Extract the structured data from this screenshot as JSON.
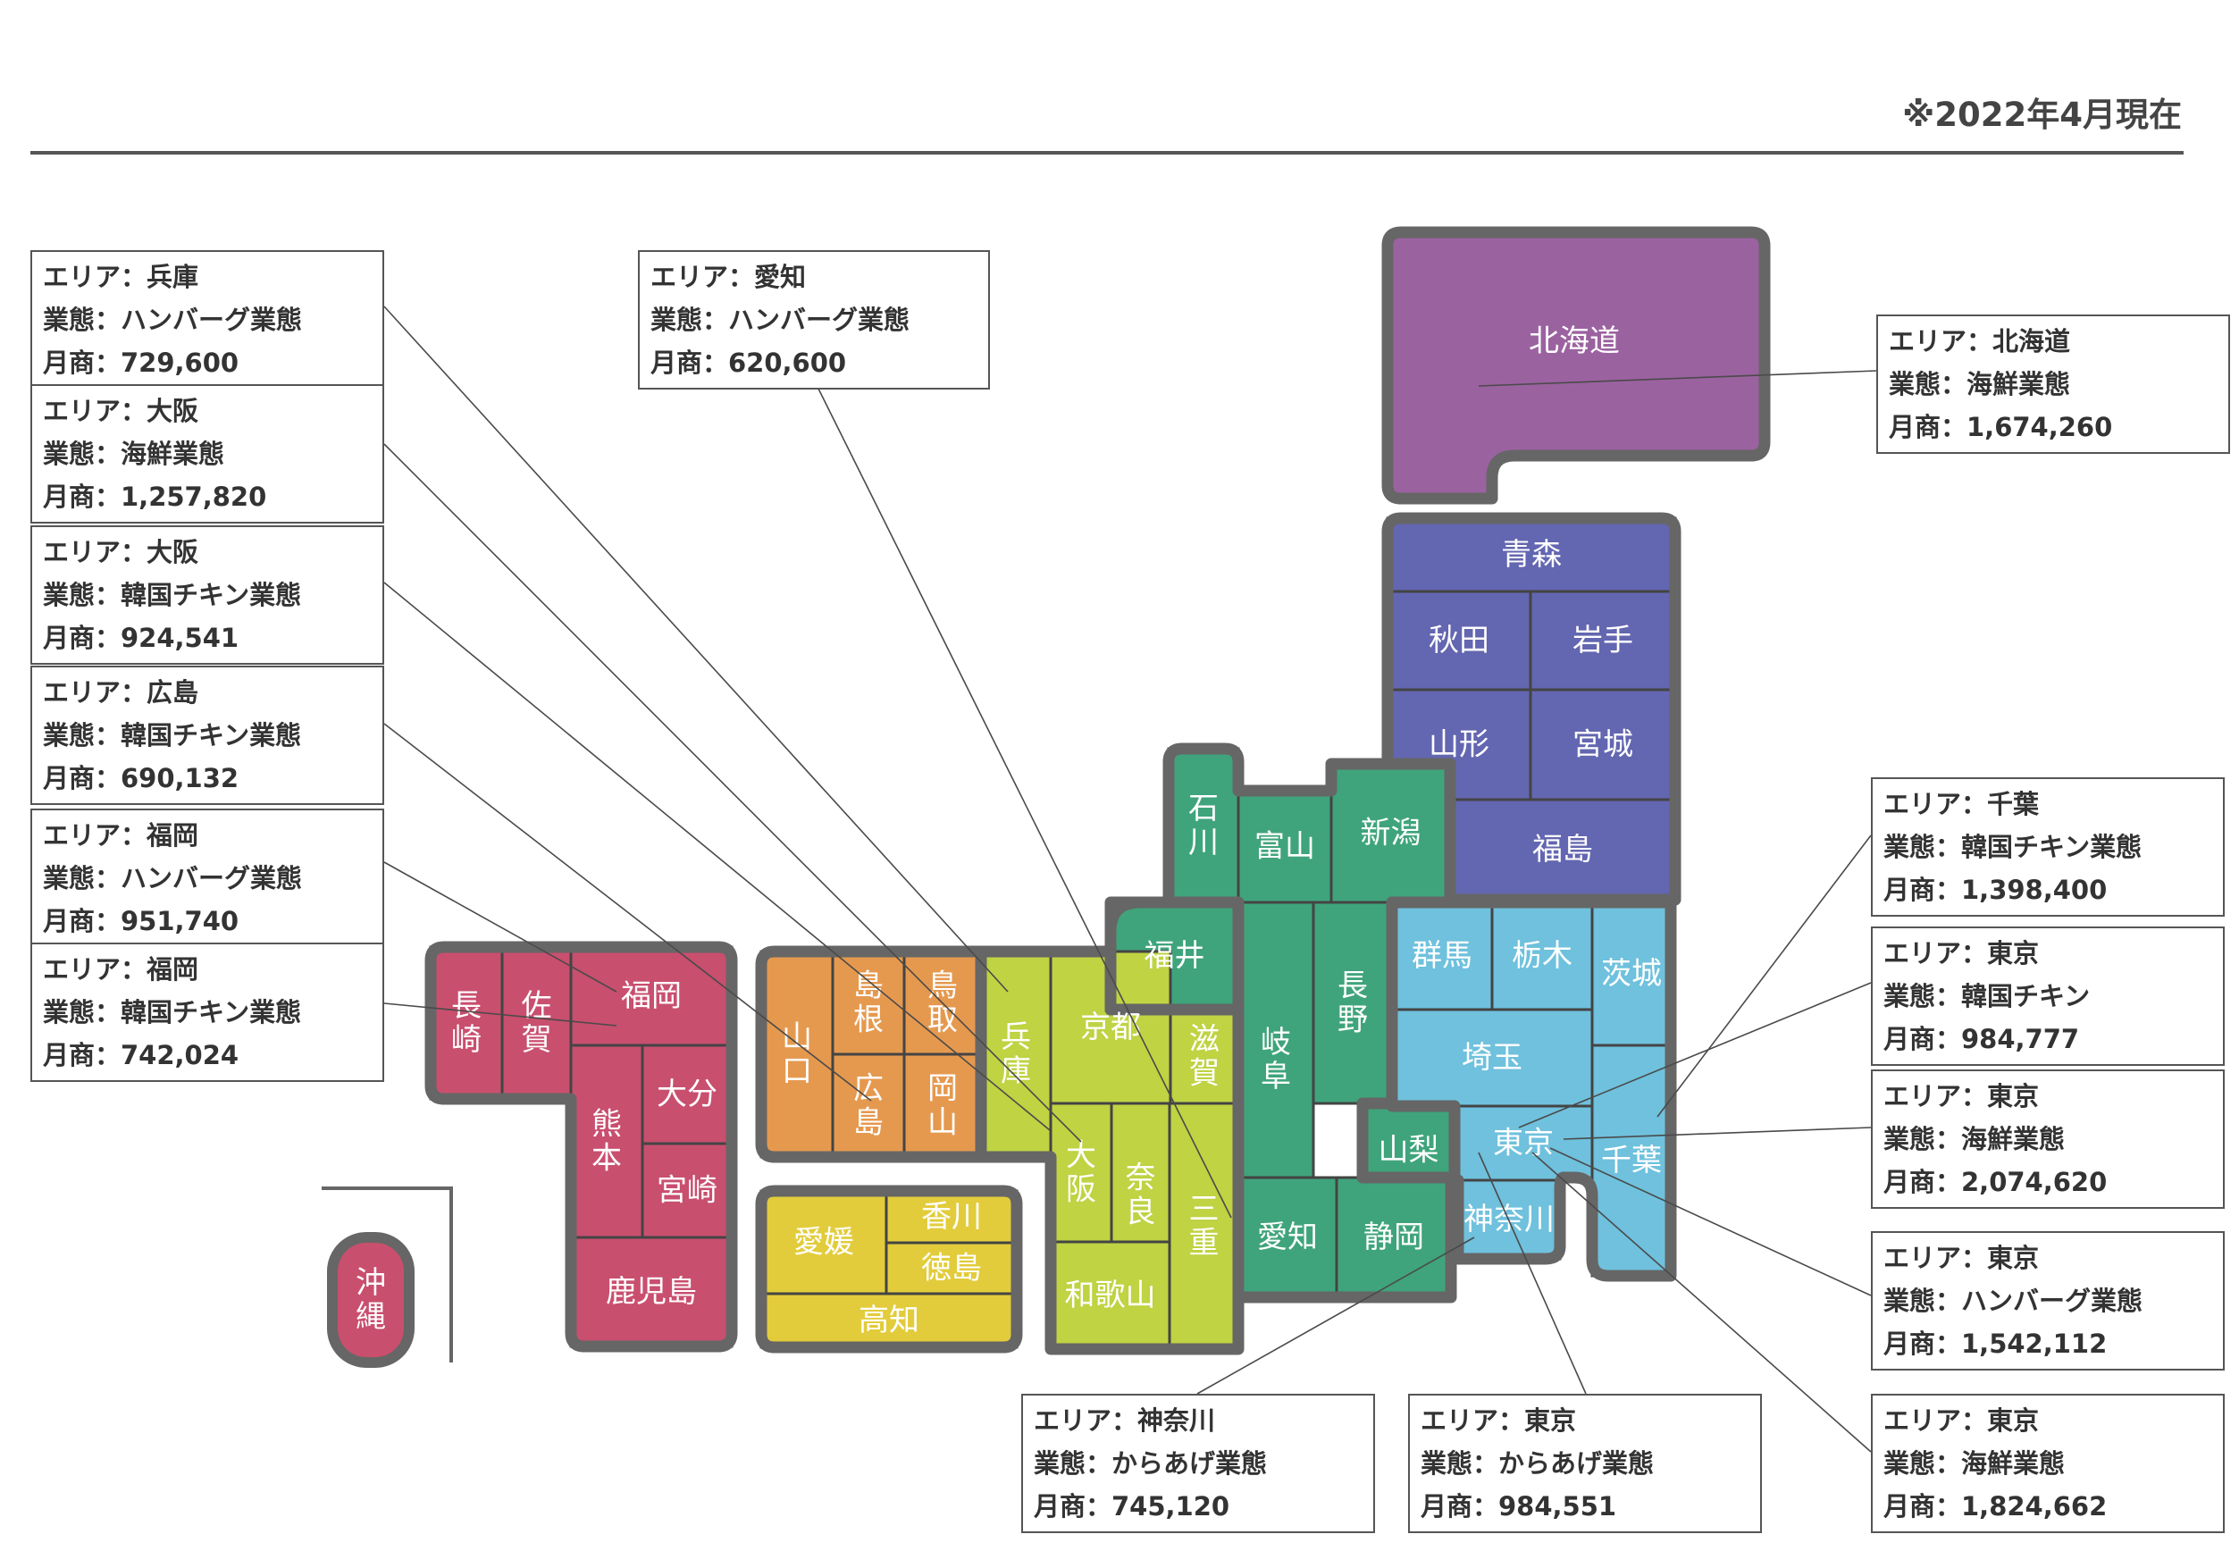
{
  "header": {
    "note": "※2022年4月現在"
  },
  "region_colors": {
    "hokkaido": "#9b62a0",
    "tohoku": "#6366b0",
    "chubu": "#3fa47c",
    "kanto": "#6fc1dd",
    "kinki": "#bfd343",
    "chugoku": "#e5994f",
    "shikoku": "#e2cc3b",
    "kyushu": "#c94f6f"
  },
  "prefectures": {
    "hokkaido": "北海道",
    "aomori": "青森",
    "akita": "秋田",
    "iwate": "岩手",
    "yamagata": "山形",
    "miyagi": "宮城",
    "fukushima": "福島",
    "ishikawa": "石川",
    "toyama": "富山",
    "niigata": "新潟",
    "fukui": "福井",
    "gifu": "岐阜",
    "nagano": "長野",
    "yamanashi": "山梨",
    "aichi": "愛知",
    "shizuoka": "静岡",
    "gunma": "群馬",
    "tochigi": "栃木",
    "ibaraki": "茨城",
    "saitama": "埼玉",
    "tokyo": "東京",
    "chiba": "千葉",
    "kanagawa": "神奈川",
    "hyogo": "兵庫",
    "kyoto": "京都",
    "shiga": "滋賀",
    "osaka": "大阪",
    "nara": "奈良",
    "mie": "三重",
    "wakayama": "和歌山",
    "yamaguchi": "山口",
    "shimane": "島根",
    "tottori": "鳥取",
    "hiroshima": "広島",
    "okayama": "岡山",
    "ehime": "愛媛",
    "kagawa": "香川",
    "tokushima": "徳島",
    "kochi": "高知",
    "nagasaki": "長崎",
    "saga": "佐賀",
    "fukuoka": "福岡",
    "kumamoto": "熊本",
    "oita": "大分",
    "miyazaki": "宮崎",
    "kagoshima": "鹿児島",
    "okinawa": "沖縄"
  },
  "callouts": [
    {
      "id": "hyogo-hamburg",
      "area": "エリア：兵庫",
      "type": "業態：ハンバーグ業態",
      "sales": "月商：729,600"
    },
    {
      "id": "osaka-seafood",
      "area": "エリア：大阪",
      "type": "業態：海鮮業態",
      "sales": "月商：1,257,820"
    },
    {
      "id": "osaka-chicken",
      "area": "エリア：大阪",
      "type": "業態：韓国チキン業態",
      "sales": "月商：924,541"
    },
    {
      "id": "hiroshima-chicken",
      "area": "エリア：広島",
      "type": "業態：韓国チキン業態",
      "sales": "月商：690,132"
    },
    {
      "id": "fukuoka-hamburg",
      "area": "エリア：福岡",
      "type": "業態：ハンバーグ業態",
      "sales": "月商：951,740"
    },
    {
      "id": "fukuoka-chicken",
      "area": "エリア：福岡",
      "type": "業態：韓国チキン業態",
      "sales": "月商：742,024"
    },
    {
      "id": "aichi-hamburg",
      "area": "エリア：愛知",
      "type": "業態：ハンバーグ業態",
      "sales": "月商：620,600"
    },
    {
      "id": "hokkaido-seafood",
      "area": "エリア：北海道",
      "type": "業態：海鮮業態",
      "sales": "月商：1,674,260"
    },
    {
      "id": "chiba-chicken",
      "area": "エリア：千葉",
      "type": "業態：韓国チキン業態",
      "sales": "月商：1,398,400"
    },
    {
      "id": "tokyo-chicken",
      "area": "エリア：東京",
      "type": "業態：韓国チキン",
      "sales": "月商：984,777"
    },
    {
      "id": "tokyo-seafood-1",
      "area": "エリア：東京",
      "type": "業態：海鮮業態",
      "sales": "月商：2,074,620"
    },
    {
      "id": "tokyo-hamburg",
      "area": "エリア：東京",
      "type": "業態：ハンバーグ業態",
      "sales": "月商：1,542,112"
    },
    {
      "id": "tokyo-seafood-2",
      "area": "エリア：東京",
      "type": "業態：海鮮業態",
      "sales": "月商：1,824,662"
    },
    {
      "id": "kanagawa-karaage",
      "area": "エリア：神奈川",
      "type": "業態：からあげ業態",
      "sales": "月商：745,120"
    },
    {
      "id": "tokyo-karaage",
      "area": "エリア：東京",
      "type": "業態：からあげ業態",
      "sales": "月商：984,551"
    }
  ]
}
